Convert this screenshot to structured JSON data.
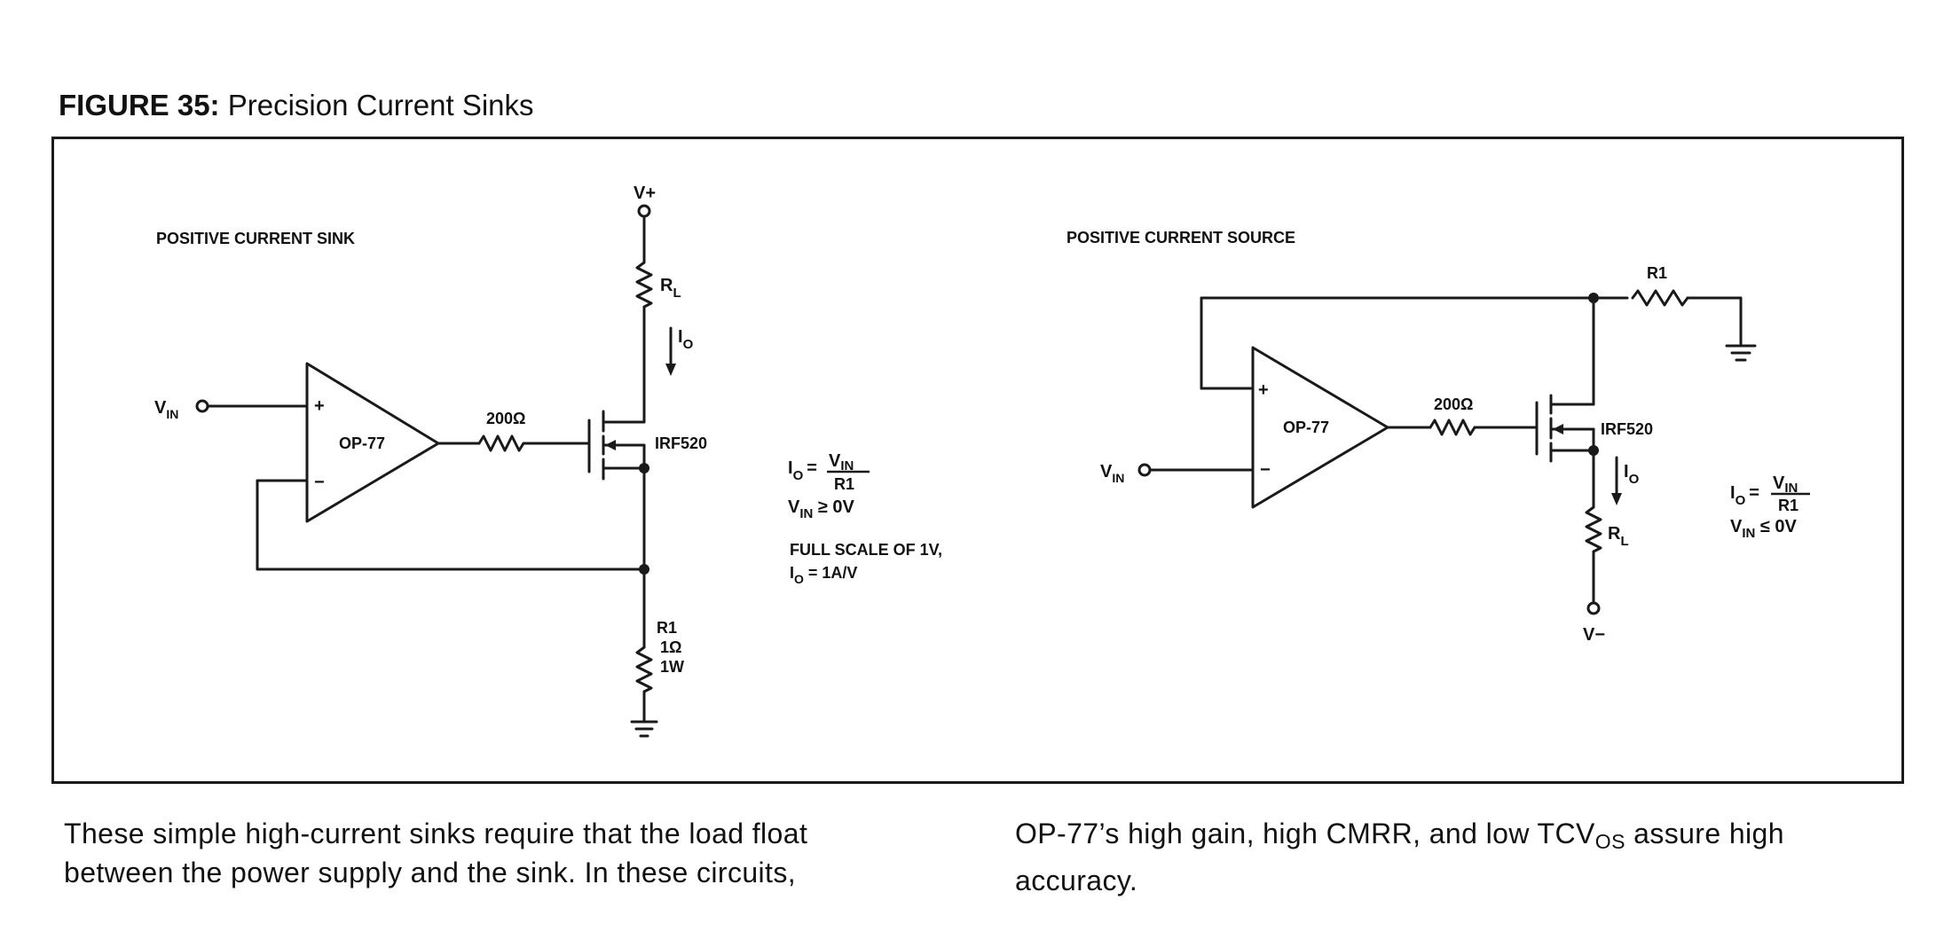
{
  "figure": {
    "label": "FIGURE 35:",
    "caption": "Precision Current Sinks"
  },
  "left_circuit": {
    "title": "POSITIVE CURRENT SINK",
    "supply": "V+",
    "load": "R",
    "load_sub": "L",
    "current": "I",
    "current_sub": "O",
    "input": "V",
    "input_sub": "IN",
    "plus": "+",
    "minus": "−",
    "opamp": "OP-77",
    "gate_resistor": "200Ω",
    "mosfet": "IRF520",
    "sense_name": "R1",
    "sense_value": "1Ω",
    "sense_power": "1W",
    "eq_lhs": "I",
    "eq_lhs_sub": "O",
    "eq_sign": "=",
    "eq_num": "V",
    "eq_num_sub": "IN",
    "eq_den": "R1",
    "cond": "V",
    "cond_sub": "IN",
    "cond_rest": " ≥ 0V",
    "note1": "FULL SCALE OF 1V,",
    "note2_lhs": "I",
    "note2_sub": "O",
    "note2_rest": " = 1A/V"
  },
  "right_circuit": {
    "title": "POSITIVE CURRENT SOURCE",
    "sense_name": "R1",
    "input": "V",
    "input_sub": "IN",
    "plus": "+",
    "minus": "−",
    "opamp": "OP-77",
    "gate_resistor": "200Ω",
    "mosfet": "IRF520",
    "current": "I",
    "current_sub": "O",
    "load": "R",
    "load_sub": "L",
    "supply": "V−",
    "eq_lhs": "I",
    "eq_lhs_sub": "O",
    "eq_sign": "=",
    "eq_num": "V",
    "eq_num_sub": "IN",
    "eq_den": "R1",
    "cond": "V",
    "cond_sub": "IN",
    "cond_rest": " ≤ 0V"
  },
  "text": {
    "col1_line1": "These simple high-current sinks require that the load float",
    "col1_line2": "between the power supply and the sink. In these circuits,",
    "col2_line1_a": "OP-77’s high gain, high CMRR, and low TCV",
    "col2_line1_sub": "OS",
    "col2_line1_b": " assure high",
    "col2_line2": "accuracy."
  }
}
